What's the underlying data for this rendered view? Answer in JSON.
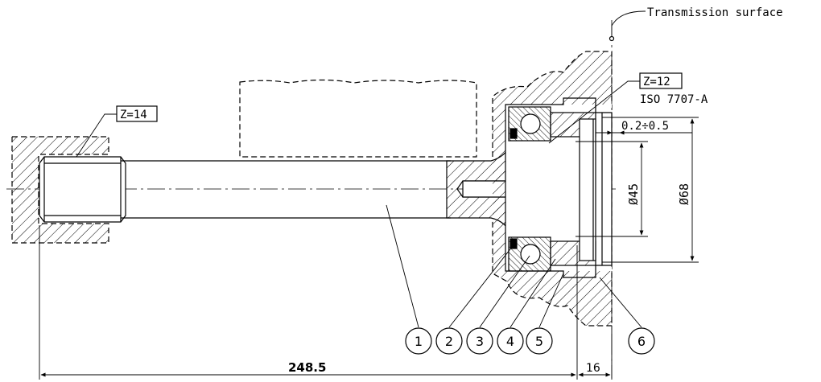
{
  "drawing": {
    "transmission_surface": "Transmission surface",
    "z_left": "Z=14",
    "z_right": "Z=12",
    "iso": "ISO 7707-A",
    "dim_offset": "0.2÷0.5",
    "dim_d45": "Ø45",
    "dim_d68": "Ø68",
    "dim_length": "248.5",
    "dim_16": "16",
    "callouts": [
      "1",
      "2",
      "3",
      "4",
      "5",
      "6"
    ]
  }
}
